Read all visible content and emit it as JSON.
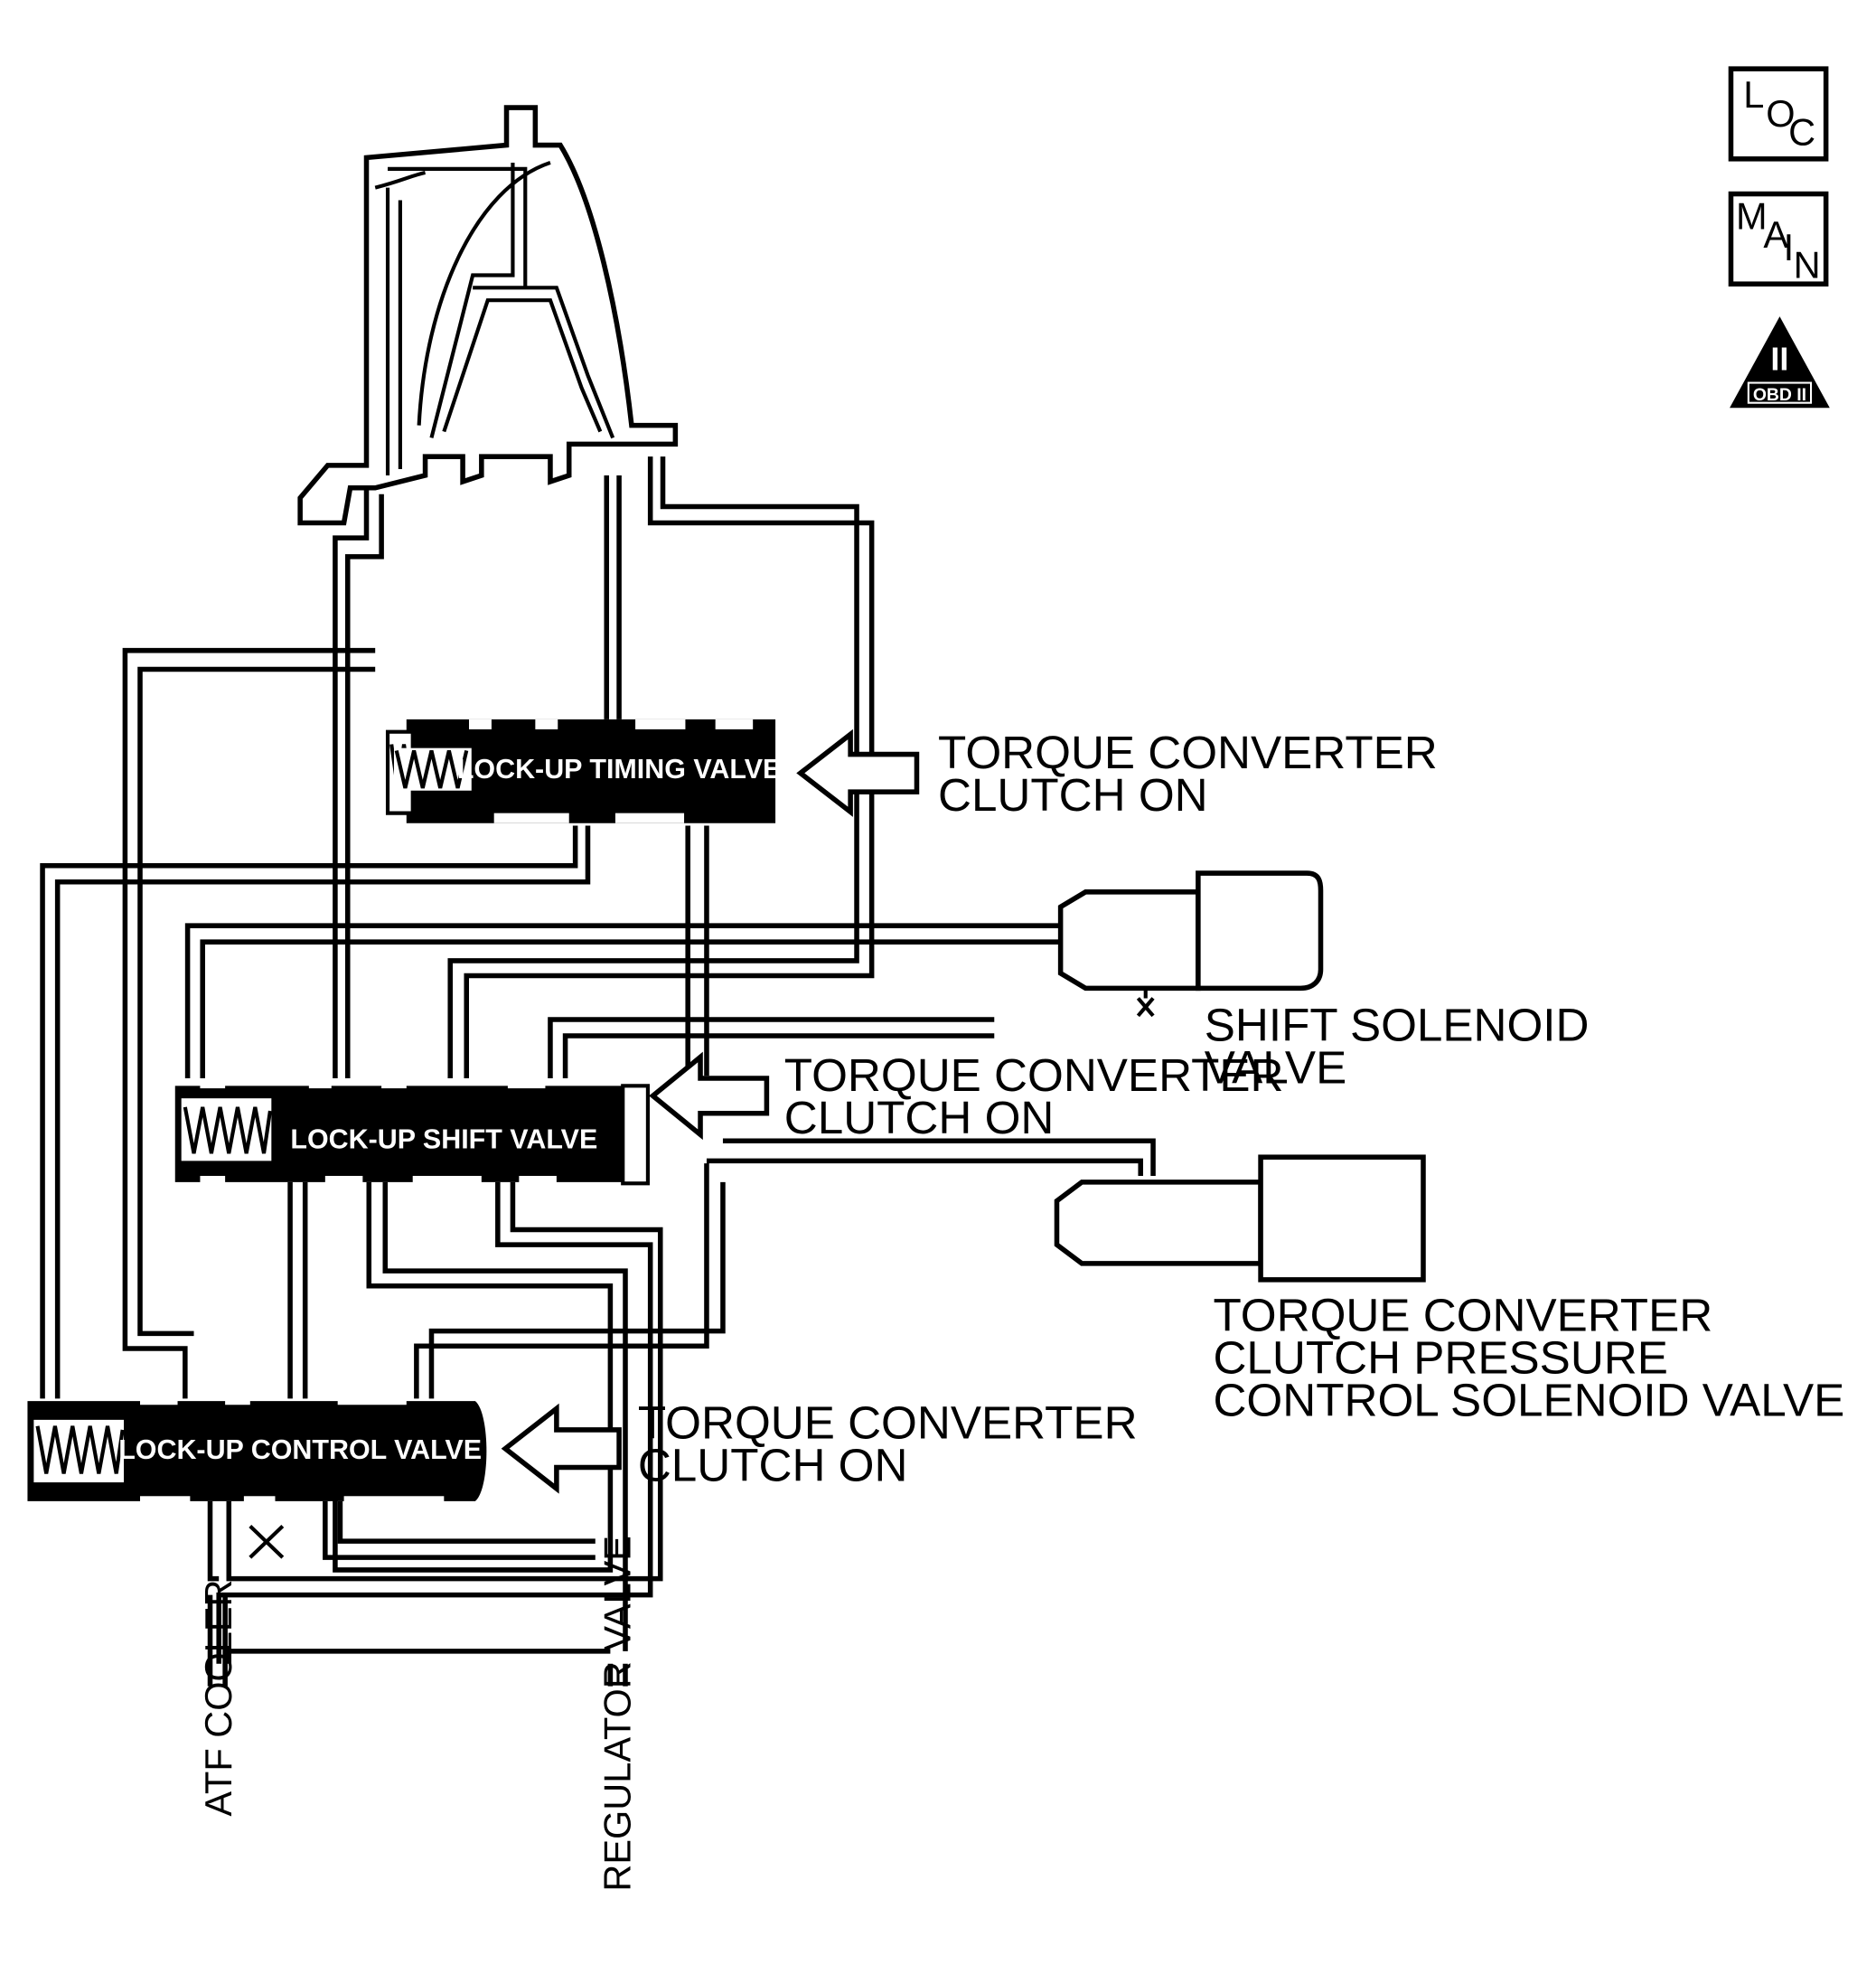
{
  "icons": {
    "loc": [
      "L",
      "O",
      "C"
    ],
    "main": [
      "M",
      "A",
      "I",
      "N"
    ],
    "obd": {
      "top": "II",
      "bottom": "OBD II"
    }
  },
  "valves": {
    "timing": "LOCK-UP TIMING VALVE",
    "shift": "LOCK-UP SHIFT VALVE",
    "control": "LOCK-UP CONTROL VALVE"
  },
  "labels": {
    "tcc_on_1": [
      "TORQUE CONVERTER",
      "CLUTCH ON"
    ],
    "tcc_on_2": [
      "TORQUE CONVERTER",
      "CLUTCH ON"
    ],
    "tcc_on_3": [
      "TORQUE CONVERTER",
      "CLUTCH ON"
    ],
    "shift_solenoid": [
      "SHIFT SOLENOID",
      "VALVE"
    ],
    "pressure_solenoid": [
      "TORQUE CONVERTER",
      "CLUTCH PRESSURE",
      "CONTROL SOLENOID VALVE"
    ],
    "atf_cooler": "ATF COOLER",
    "regulator_valve": "REGULATOR VALVE"
  }
}
